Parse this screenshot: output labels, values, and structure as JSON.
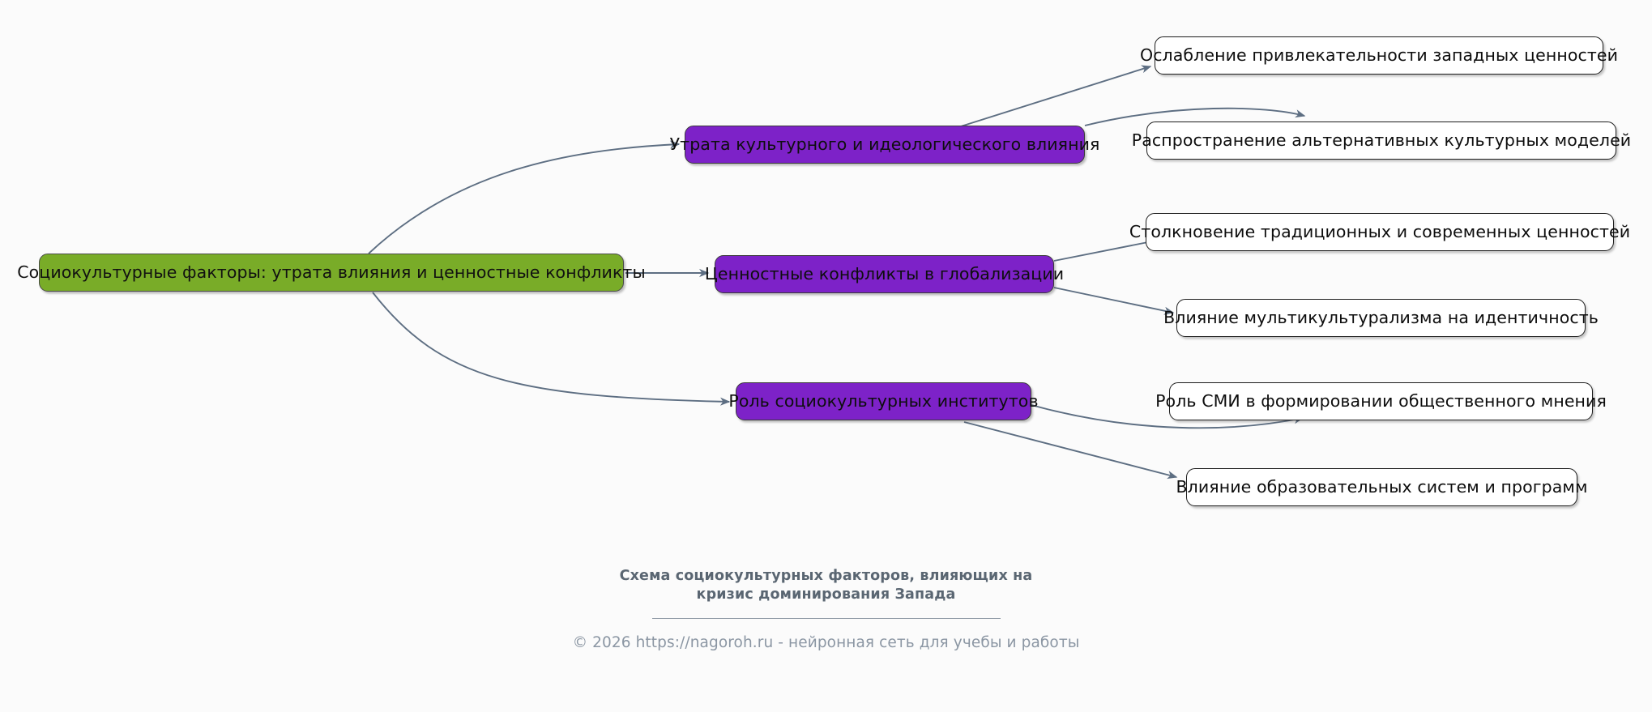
{
  "diagram": {
    "type": "mindmap",
    "background_color": "#fbfbfb",
    "edge_color": "#5d6e82",
    "root": {
      "label": "Социокультурные факторы: утрата влияния и ценностные конфликты",
      "fill_color": "#79ac28",
      "text_color": "#111111"
    },
    "branches": [
      {
        "label": "Утрата культурного и идеологического влияния",
        "fill_color": "#7d22c8",
        "children": [
          {
            "label": "Ослабление привлекательности западных ценностей",
            "fill_color": "#ffffff"
          },
          {
            "label": "Распространение альтернативных культурных моделей",
            "fill_color": "#ffffff"
          }
        ]
      },
      {
        "label": "Ценностные конфликты в глобализации",
        "fill_color": "#7d22c8",
        "children": [
          {
            "label": "Столкновение традиционных и современных ценностей",
            "fill_color": "#ffffff"
          },
          {
            "label": "Влияние мультикультурализма на идентичность",
            "fill_color": "#ffffff"
          }
        ]
      },
      {
        "label": "Роль социокультурных институтов",
        "fill_color": "#7d22c8",
        "children": [
          {
            "label": "Роль СМИ в формировании общественного мнения",
            "fill_color": "#ffffff"
          },
          {
            "label": "Влияние образовательных систем и программ",
            "fill_color": "#ffffff"
          }
        ]
      }
    ]
  },
  "footer": {
    "title_line_1": "Схема социокультурных факторов, влияющих на",
    "title_line_2": "кризис доминирования Запада",
    "copyright": "© 2026 https://nagoroh.ru - нейронная сеть для учебы и работы",
    "title_color": "#5a6672",
    "copyright_color": "#8b96a3"
  }
}
